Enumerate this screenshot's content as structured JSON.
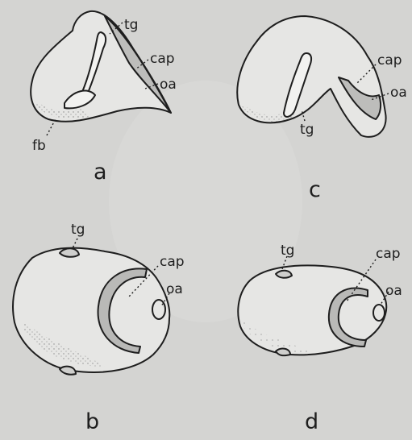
{
  "figure": {
    "background": "#d4d4d2",
    "ink": "#1e1e1e",
    "panels": [
      {
        "caption": "a",
        "labels": {
          "tg": "tg",
          "cap": "cap",
          "oa": "oa",
          "fb": "fb"
        }
      },
      {
        "caption": "b",
        "labels": {
          "tg": "tg",
          "cap": "cap",
          "oa": "oa"
        }
      },
      {
        "caption": "c",
        "labels": {
          "tg": "tg",
          "cap": "cap",
          "oa": "oa"
        }
      },
      {
        "caption": "d",
        "labels": {
          "tg": "tg",
          "cap": "cap",
          "oa": "oa"
        }
      }
    ]
  }
}
